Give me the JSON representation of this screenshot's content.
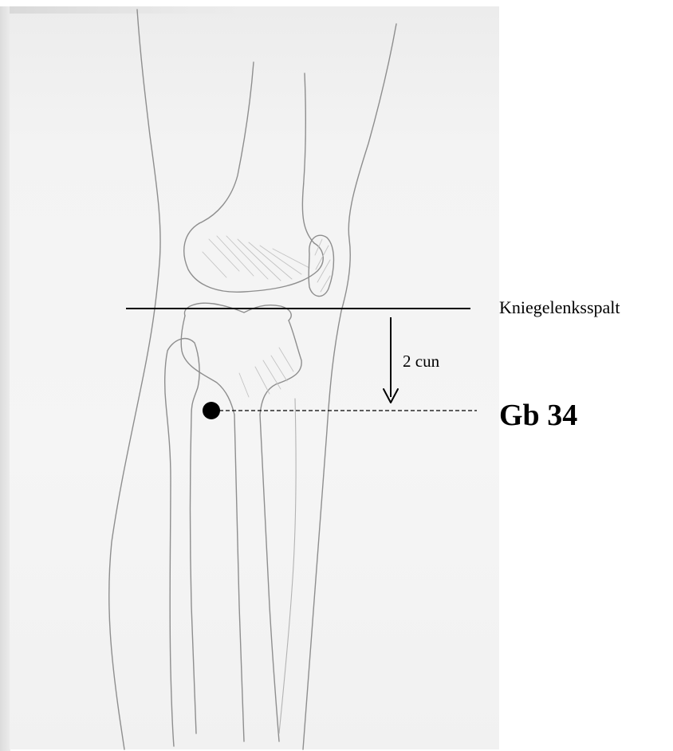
{
  "labels": {
    "joint_line": "Kniegelenksspalt",
    "distance": "2 cun",
    "acupoint": "Gb 34"
  },
  "colors": {
    "background": "#ffffff",
    "paper": "#f4f4f4",
    "pencil": "#8e8e8e",
    "annotation": "#000000"
  }
}
